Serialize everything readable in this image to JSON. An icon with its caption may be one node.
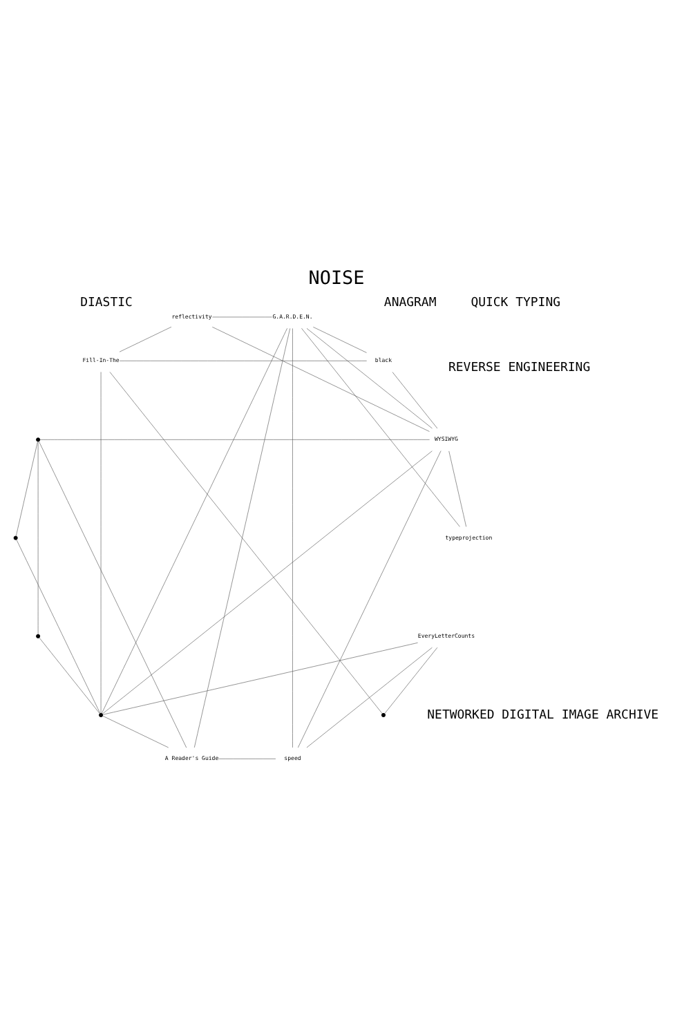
{
  "diagram": {
    "title": "NOISE",
    "nodes": [
      {
        "text": [
          "G.A.R.D.E.N."
        ]
      },
      {
        "text": [
          "Fill-In-The"
        ]
      },
      {
        "text": [
          "EveryLetterCounts"
        ]
      },
      {
        "text": [
          "WYSIWYG"
        ]
      },
      {
        "text": [
          "A Reader's Guide"
        ]
      },
      {
        "text": [],
        "shape": "circle"
      },
      {
        "text": [],
        "shape": "circle"
      },
      {
        "text": [
          "typeprojection"
        ]
      },
      {
        "text": [
          "reflectivity"
        ]
      },
      {
        "text": [],
        "shape": "circle"
      },
      {
        "text": [
          "black"
        ]
      },
      {
        "text": [
          "speed"
        ]
      },
      {
        "text": [],
        "shape": "circle"
      },
      {
        "text": [],
        "shape": "circle"
      }
    ],
    "edges": [
      {
        "from": 0,
        "to": 3,
        "arrow": "none"
      },
      {
        "from": 0,
        "to": 4,
        "arrow": "none"
      },
      {
        "from": 0,
        "to": 8,
        "arrow": "none"
      },
      {
        "from": 0,
        "to": 10,
        "arrow": "none"
      },
      {
        "from": 0,
        "to": 11,
        "arrow": "none"
      },
      {
        "from": 0,
        "to": 12,
        "arrow": "none"
      },
      {
        "from": 1,
        "to": 8,
        "arrow": "none"
      },
      {
        "from": 1,
        "to": 9,
        "arrow": "none"
      },
      {
        "from": 1,
        "to": 10,
        "arrow": "none"
      },
      {
        "from": 1,
        "to": 12,
        "arrow": "none"
      },
      {
        "from": 2,
        "to": 9,
        "arrow": "none"
      },
      {
        "from": 2,
        "to": 11,
        "arrow": "none"
      },
      {
        "from": 2,
        "to": 12,
        "arrow": "none"
      },
      {
        "from": 3,
        "to": 8,
        "arrow": "none"
      },
      {
        "from": 3,
        "to": 10,
        "arrow": "none"
      },
      {
        "from": 3,
        "to": 11,
        "arrow": "none"
      },
      {
        "from": 3,
        "to": 12,
        "arrow": "none"
      },
      {
        "from": 3,
        "to": 13,
        "arrow": "none"
      },
      {
        "from": 4,
        "to": 11,
        "arrow": "none"
      },
      {
        "from": 4,
        "to": 12,
        "arrow": "none"
      },
      {
        "from": 4,
        "to": 13,
        "arrow": "none"
      },
      {
        "from": 5,
        "to": 12,
        "arrow": "none"
      },
      {
        "from": 5,
        "to": 13,
        "arrow": "none"
      },
      {
        "from": 6,
        "to": 12,
        "arrow": "none"
      },
      {
        "from": 6,
        "to": 13,
        "arrow": "none"
      },
      {
        "from": 7,
        "to": 0,
        "arrow": "none"
      },
      {
        "from": 7,
        "to": 3,
        "arrow": "none"
      }
    ],
    "labels": [
      "ANAGRAM",
      "DIASTIC",
      "REVERSE ENGINEERING",
      "NETWORKED DIGITAL IMAGE ARCHIVE",
      "QUICK TYPING"
    ]
  }
}
